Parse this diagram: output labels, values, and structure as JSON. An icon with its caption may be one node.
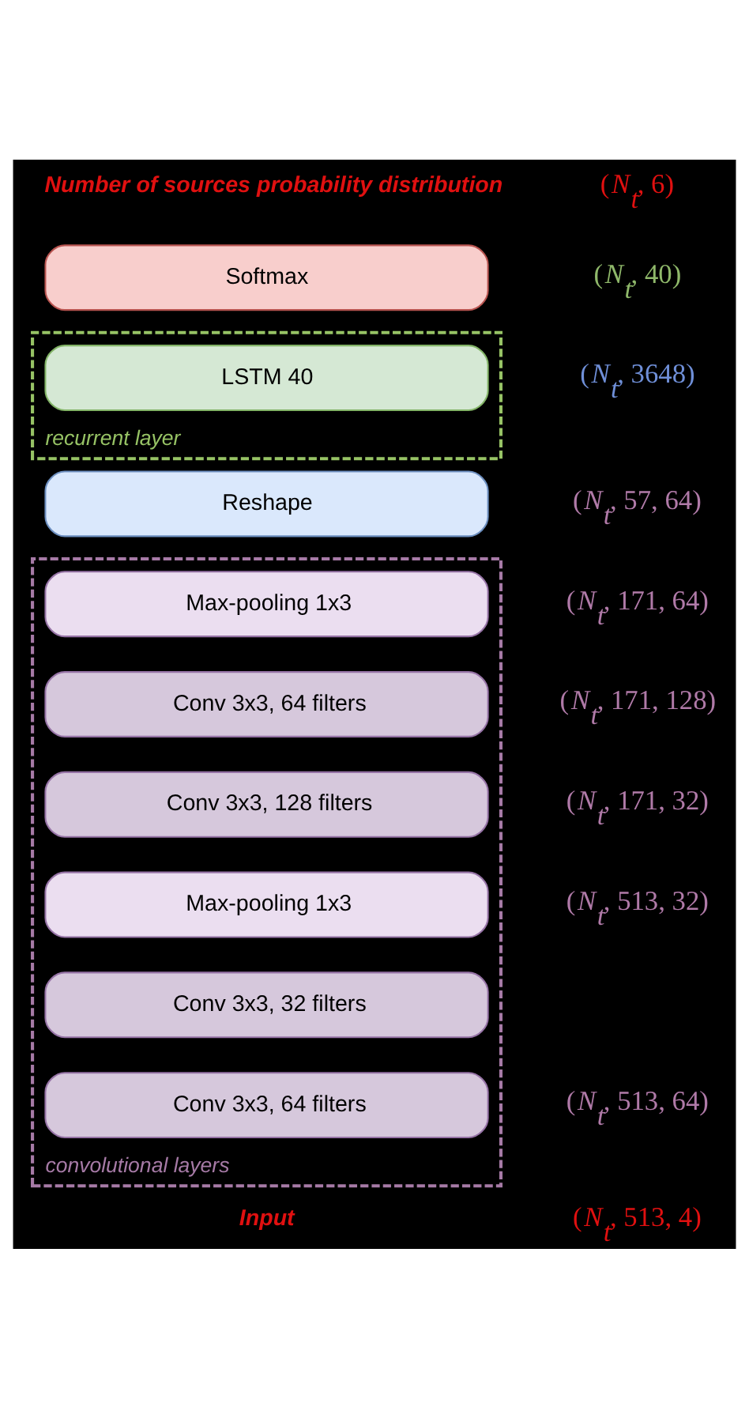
{
  "diagram": {
    "nodes": [
      {
        "text": [
          "Softmax"
        ]
      },
      {
        "text": [
          "recurrent layer"
        ]
      },
      {
        "text": [
          "LSTM 40"
        ],
        "in": 1
      },
      {
        "text": [
          "Reshape"
        ]
      },
      {
        "text": [
          "convolutional layers"
        ]
      },
      {
        "text": [
          "Max-pooling 1x3"
        ],
        "in": 4
      },
      {
        "text": [
          "Conv 3x3, 64 filters"
        ],
        "in": 4
      },
      {
        "text": [
          "Conv 3x3, 128 filters"
        ],
        "in": 4
      },
      {
        "text": [
          "Max-pooling 1x3"
        ],
        "in": 4
      },
      {
        "text": [
          "Conv 3x3, 32 filters"
        ],
        "in": 4
      },
      {
        "text": [
          "Conv 3x3, 64 filters"
        ],
        "in": 4
      }
    ],
    "labels": [
      "Number of sources probability distribution",
      "(N$_{t}$, 6)",
      "(N$_{t}$, 40)",
      "(N$_{t}$, 3648)",
      "(N$_{t}$, 57, 64)",
      "(N$_{t}$, 171, 64)",
      "(N$_{t}$, 171, 128)",
      "(N$_{t}$, 171, 32)",
      "(N$_{t}$, 513, 32)",
      "(N$_{t}$, 513, 64)",
      "Input",
      "(N$_{t}$, 513, 4)"
    ]
  }
}
